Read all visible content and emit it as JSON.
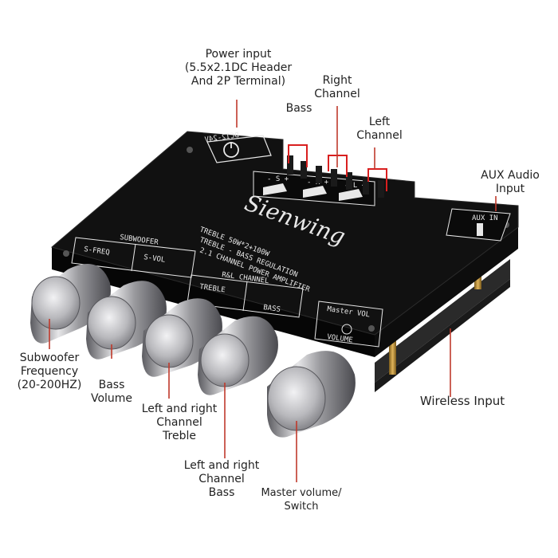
{
  "labels": {
    "power_input": [
      "Power input",
      "(5.5x2.1DC Header",
      "And 2P Terminal)"
    ],
    "right_channel": [
      "Right",
      "Channel"
    ],
    "bass": [
      "Bass"
    ],
    "left_channel": [
      "Left",
      "Channel"
    ],
    "aux_input": [
      "AUX Audio",
      "Input"
    ],
    "wireless_input": [
      "Wireless Input"
    ],
    "subwoofer_freq": [
      "Subwoofer",
      "Frequency",
      "(20-200HZ)"
    ],
    "bass_volume": [
      "Bass",
      "Volume"
    ],
    "lr_treble": [
      "Left and right",
      "Channel",
      "Treble"
    ],
    "lr_bass": [
      "Left and right",
      "Channel",
      "Bass"
    ],
    "master_volume": [
      "Master volume/",
      "Switch"
    ]
  },
  "board": {
    "brand": "Sienwing",
    "spec_line1": "TREBLE  50W*2+100W",
    "spec_line2": "TREBLE - BASS REGULATION",
    "spec_line3": "2.1 CHANNEL POWER AMPLIFIER",
    "subwoofer_title": "SUBWOOFER",
    "s_freq": "S-FREQ",
    "s_vol": "S-VOL",
    "rl_channel_title": "R&L CHANNEL",
    "treble": "TREBLE",
    "bass": "BASS",
    "master_vol": "Master VOL",
    "volume": "VOLUME",
    "dc_label": "DC12-24V",
    "aux_label": "AUX IN"
  },
  "colors": {
    "callout_line": "#c0392b",
    "board_top": "#111111",
    "board_side": "#060606",
    "silkscreen": "#e8e8e8",
    "terminal_red": "#d91f1f",
    "knob_light": "#e8e8ea",
    "knob_dark": "#6c6c70"
  }
}
